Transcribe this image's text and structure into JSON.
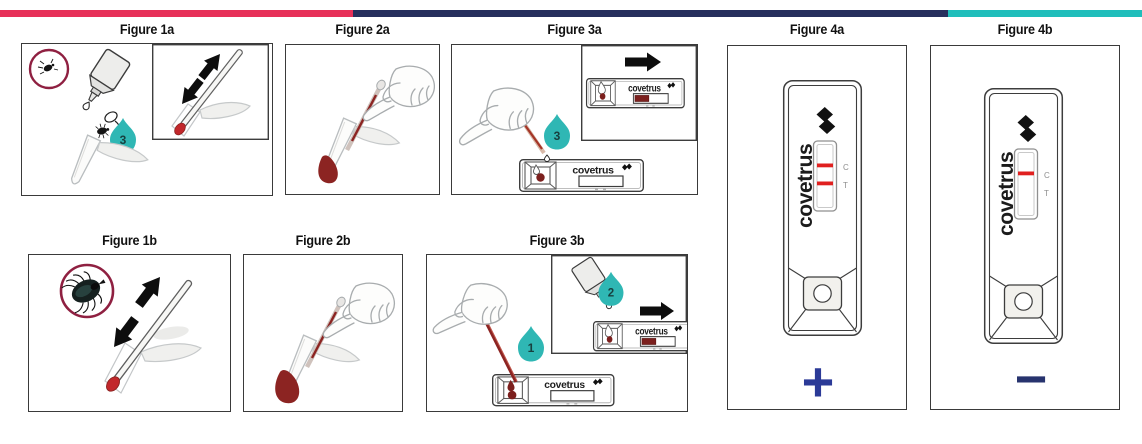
{
  "header_bar": {
    "segments": [
      {
        "name": "pink",
        "color": "#E73059"
      },
      {
        "name": "navy",
        "color": "#262F5D"
      },
      {
        "name": "teal",
        "color": "#1FBEBB"
      }
    ]
  },
  "brand": {
    "name": "covetrus"
  },
  "cassette": {
    "control_label": "C",
    "test_label": "T"
  },
  "figures": {
    "fig1a": {
      "label": "Figure 1a",
      "drop_number": "3"
    },
    "fig2a": {
      "label": "Figure 2a"
    },
    "fig3a": {
      "label": "Figure 3a",
      "drop_number": "3"
    },
    "fig4a": {
      "label": "Figure 4a",
      "result_symbol": "+"
    },
    "fig4b": {
      "label": "Figure 4b",
      "result_symbol": "−"
    },
    "fig1b": {
      "label": "Figure 1b"
    },
    "fig2b": {
      "label": "Figure 2b"
    },
    "fig3b": {
      "label": "Figure 3b",
      "drop_number": "1",
      "inset_drop_number": "2"
    }
  },
  "icons": {
    "tick-parasite-icon": "black-bug-in-maroon-circle",
    "dropper-bottle-icon": "tilted-reagent-bottle",
    "drop-badge-icon": "teal-teardrop",
    "right-arrow-icon": "black-right-arrow",
    "up-down-arrows-icon": "black-diagonal-double-arrows",
    "covetrus-logo": "two-black-diamonds",
    "plus-icon": "+",
    "minus-icon": "−"
  },
  "colors": {
    "teal_drop": "#2FB7B4",
    "maroon_circle": "#8F2041",
    "blood_red": "#8C2422",
    "dark_red_fill": "#7C201E",
    "test_line_red": "#E0201F",
    "positive_blue": "#2B3A97",
    "negative_blue": "#27336E"
  }
}
